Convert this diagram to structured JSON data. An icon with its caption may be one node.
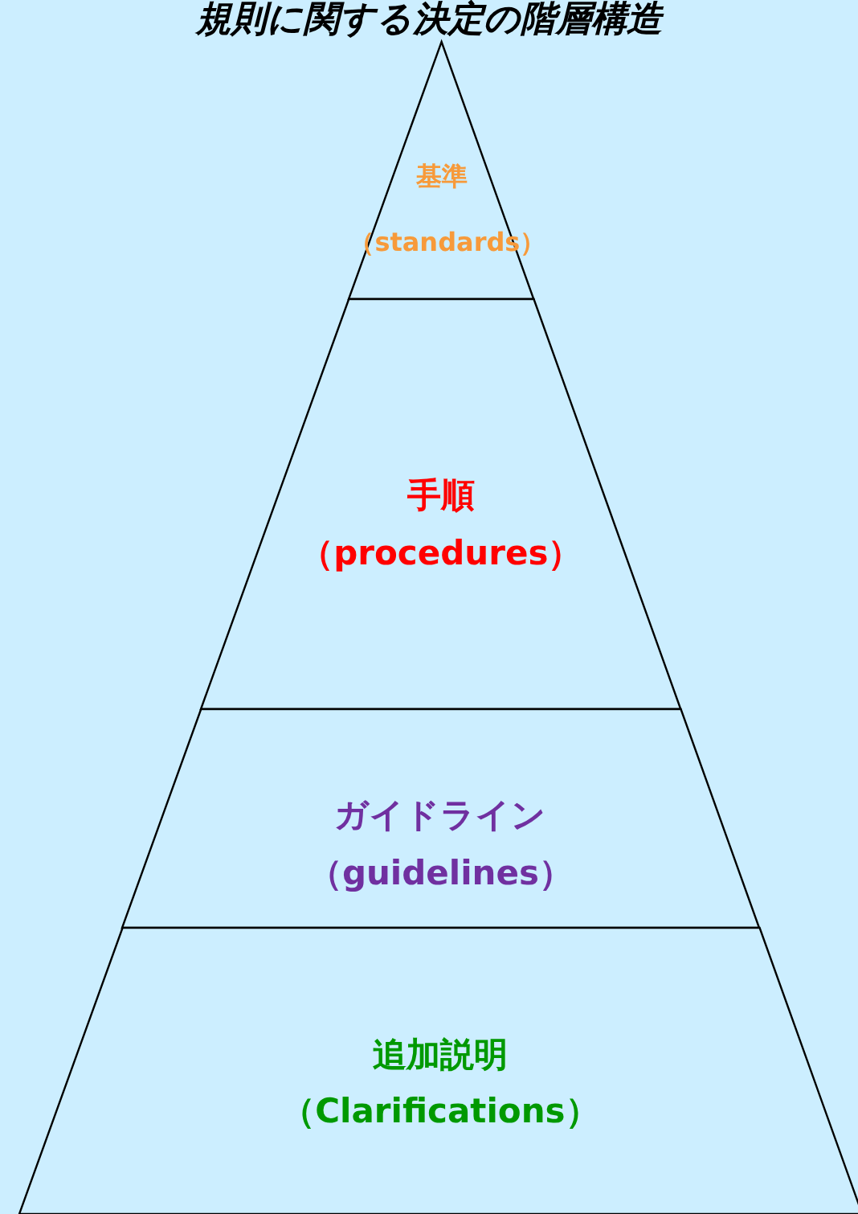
{
  "diagram": {
    "title": "規則に関する決定の階層構造",
    "nodes": [
      {
        "text": [
          "基準",
          "（standards）"
        ]
      },
      {
        "text": [
          "手順",
          "（procedures）"
        ]
      },
      {
        "text": [
          "ガイドライン",
          "（guidelines）"
        ]
      },
      {
        "text": [
          "追加説明",
          "（Clarifications）"
        ]
      }
    ]
  }
}
